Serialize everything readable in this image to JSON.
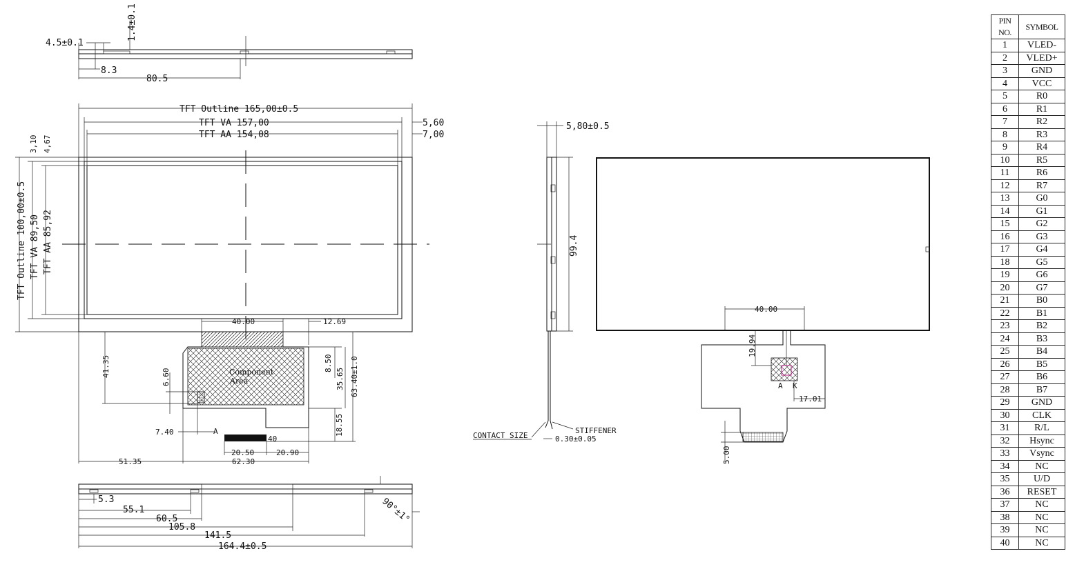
{
  "front_view": {
    "outline_w": "TFT Outline 165,00±0.5",
    "va_w": "TFT VA 157,00",
    "aa_w": "TFT AA 154,08",
    "right_560": "5,60",
    "right_700": "7,00",
    "outline_h": "TFT Outline 100,00±0.5",
    "va_h": "TFT VA 89,50",
    "aa_h": "TFT AA 85,92",
    "top_310": "3,10",
    "top_467": "4,67"
  },
  "top_view": {
    "d_45": "4.5±0.1",
    "d_14": "1.4±0.1",
    "d_83": "8.3",
    "d_805": "80.5"
  },
  "fpc_front": {
    "w_40": "40.00",
    "d_1269": "12.69",
    "d_4135": "41.35",
    "d_660": "6.60",
    "d_850": "8.50",
    "d_3565": "35.65",
    "d_6340": "63.40±1.0",
    "component_line1": "Component",
    "component_line2": "Area",
    "d_1855": "18.55",
    "d_740": "7.40",
    "label_a": "A",
    "pin_40": "40",
    "d_2050": "20.50",
    "d_2090": "20.90",
    "d_5135": "51.35",
    "d_6230": "62.30"
  },
  "bottom_view": {
    "d_53": "5.3",
    "d_551": "55.1",
    "d_605": "60.5",
    "d_1058": "105.8",
    "d_1415": "141.5",
    "d_1644": "164.4±0.5",
    "angle": "90°±1°"
  },
  "side_view": {
    "thickness": "5,80±0.5",
    "height": "99.4",
    "contact_size": "CONTACT SIZE",
    "stiffener": "STIFFENER",
    "stiff_dim": "0.30±0.05"
  },
  "back_view": {
    "w_40": "40.00",
    "d_1994": "19.94",
    "d_1701": "17.01",
    "d_500": "5.00",
    "label_a": "A",
    "label_k": "K"
  },
  "pin_table": {
    "header_no": "PIN NO.",
    "header_symbol": "SYMBOL",
    "pins": [
      {
        "no": "1",
        "symbol": "VLED-"
      },
      {
        "no": "2",
        "symbol": "VLED+"
      },
      {
        "no": "3",
        "symbol": "GND"
      },
      {
        "no": "4",
        "symbol": "VCC"
      },
      {
        "no": "5",
        "symbol": "R0"
      },
      {
        "no": "6",
        "symbol": "R1"
      },
      {
        "no": "7",
        "symbol": "R2"
      },
      {
        "no": "8",
        "symbol": "R3"
      },
      {
        "no": "9",
        "symbol": "R4"
      },
      {
        "no": "10",
        "symbol": "R5"
      },
      {
        "no": "11",
        "symbol": "R6"
      },
      {
        "no": "12",
        "symbol": "R7"
      },
      {
        "no": "13",
        "symbol": "G0"
      },
      {
        "no": "14",
        "symbol": "G1"
      },
      {
        "no": "15",
        "symbol": "G2"
      },
      {
        "no": "16",
        "symbol": "G3"
      },
      {
        "no": "17",
        "symbol": "G4"
      },
      {
        "no": "18",
        "symbol": "G5"
      },
      {
        "no": "19",
        "symbol": "G6"
      },
      {
        "no": "20",
        "symbol": "G7"
      },
      {
        "no": "21",
        "symbol": "B0"
      },
      {
        "no": "22",
        "symbol": "B1"
      },
      {
        "no": "23",
        "symbol": "B2"
      },
      {
        "no": "24",
        "symbol": "B3"
      },
      {
        "no": "25",
        "symbol": "B4"
      },
      {
        "no": "26",
        "symbol": "B5"
      },
      {
        "no": "27",
        "symbol": "B6"
      },
      {
        "no": "28",
        "symbol": "B7"
      },
      {
        "no": "29",
        "symbol": "GND"
      },
      {
        "no": "30",
        "symbol": "CLK"
      },
      {
        "no": "31",
        "symbol": "R/L"
      },
      {
        "no": "32",
        "symbol": "Hsync"
      },
      {
        "no": "33",
        "symbol": "Vsync"
      },
      {
        "no": "34",
        "symbol": "NC"
      },
      {
        "no": "35",
        "symbol": "U/D"
      },
      {
        "no": "36",
        "symbol": "RESET"
      },
      {
        "no": "37",
        "symbol": "NC"
      },
      {
        "no": "38",
        "symbol": "NC"
      },
      {
        "no": "39",
        "symbol": "NC"
      },
      {
        "no": "40",
        "symbol": "NC"
      }
    ]
  }
}
